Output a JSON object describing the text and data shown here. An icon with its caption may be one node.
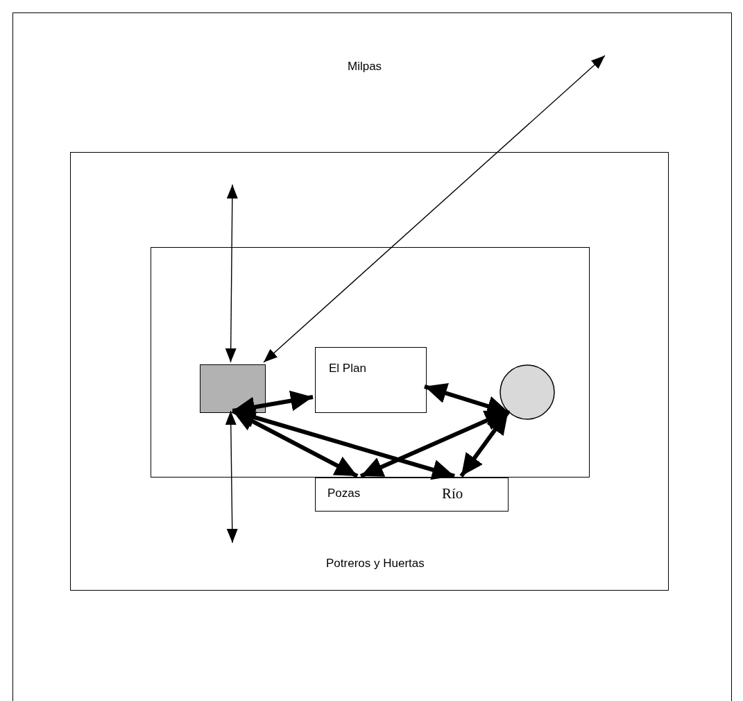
{
  "diagram": {
    "nodes": [
      {
        "text": [
          "Milpas"
        ]
      },
      {
        "text": [
          "Potreros y Huertas"
        ],
        "in": 0
      },
      {
        "text": [],
        "shape": "box",
        "in": 1
      },
      {
        "text": [],
        "shape": "box",
        "in": 2
      },
      {
        "text": [
          "El Plan"
        ],
        "in": 2
      },
      {
        "text": [],
        "shape": "circle",
        "in": 2
      },
      {
        "text": [
          "Pozas",
          "Río"
        ],
        "in": 1
      }
    ],
    "edges": [
      {
        "from": null,
        "to": 3,
        "arrow": "both"
      },
      {
        "from": 3,
        "to": null,
        "arrow": "both"
      },
      {
        "from": 3,
        "to": null,
        "arrow": "both"
      },
      {
        "from": 3,
        "to": 4,
        "arrow": "both"
      },
      {
        "from": 4,
        "to": 5,
        "arrow": "both"
      },
      {
        "from": 3,
        "to": 6,
        "arrow": "both"
      },
      {
        "from": 3,
        "to": 6,
        "arrow": "both"
      },
      {
        "from": 5,
        "to": 6,
        "arrow": "both"
      },
      {
        "from": 5,
        "to": 6,
        "arrow": "both"
      }
    ]
  }
}
